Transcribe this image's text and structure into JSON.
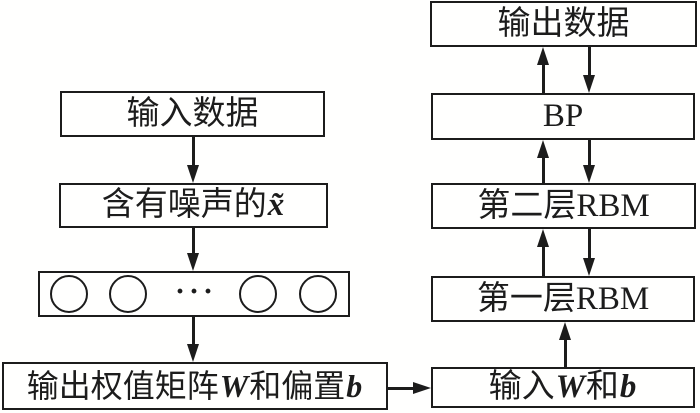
{
  "colors": {
    "ink": "#1c1c1c",
    "background": "#fffffe"
  },
  "left_column": {
    "input_data_box": {
      "label": "输入数据"
    },
    "noisy_input_box": {
      "prefix": "含有噪声的",
      "math": "x̃"
    },
    "neuron_layer_box": {
      "ellipsis": "···",
      "circle_count": 4
    },
    "output_weights_box": {
      "part1": "输出权值矩阵",
      "math1": "W",
      "part2": "和偏置",
      "math2": "b"
    }
  },
  "right_column": {
    "output_data_box": {
      "label": "输出数据"
    },
    "bp_box": {
      "label": "BP"
    },
    "rbm_layer2_box": {
      "label": "第二层RBM"
    },
    "rbm_layer1_box": {
      "label": "第一层RBM"
    },
    "input_wb_box": {
      "part1": "输入",
      "math1": "W",
      "part2": "和",
      "math2": "b"
    }
  }
}
